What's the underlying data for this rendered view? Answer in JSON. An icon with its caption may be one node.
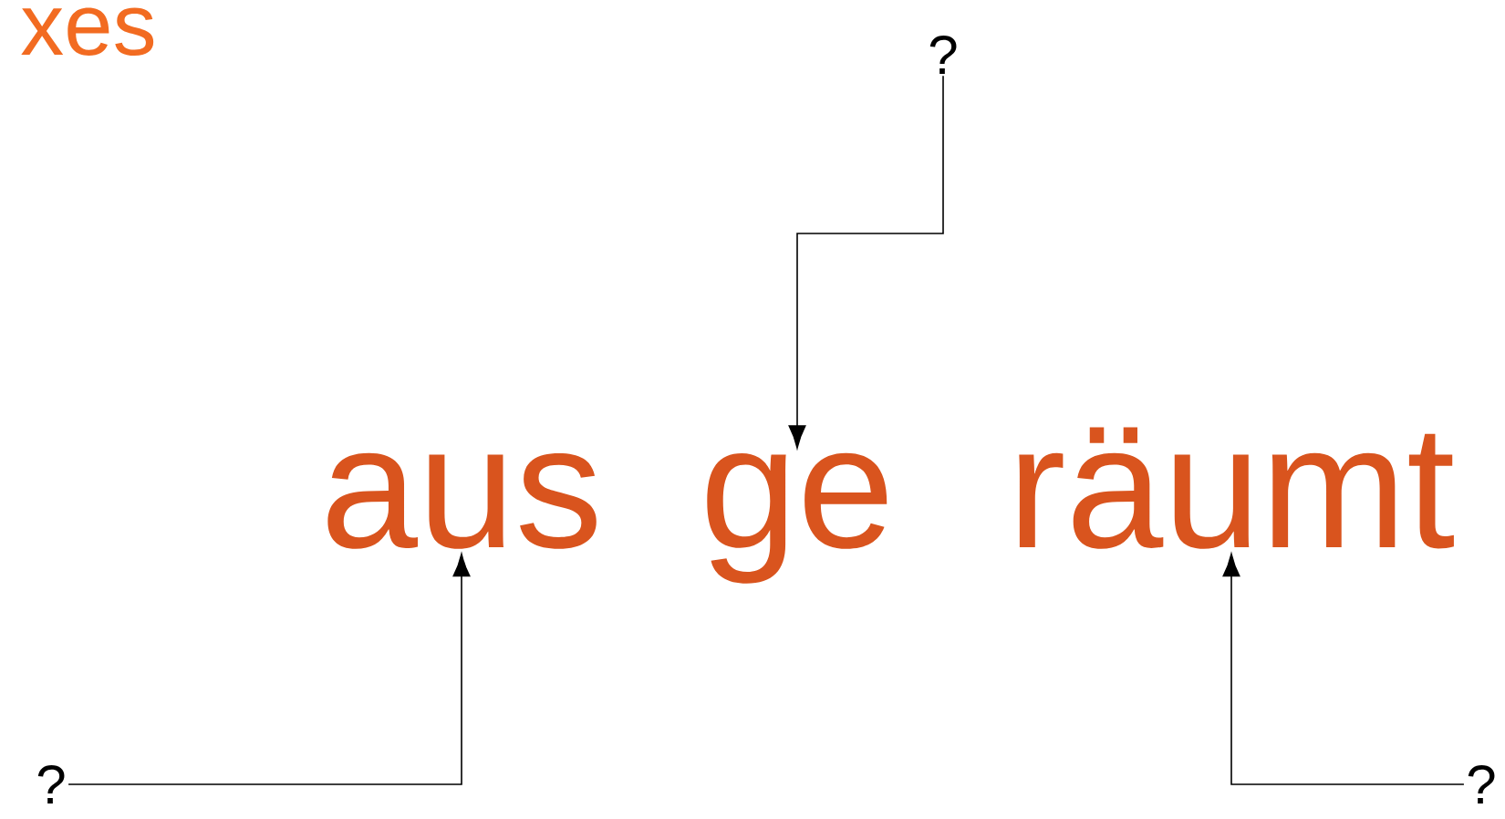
{
  "diagram": {
    "nodes": [
      {
        "text": [
          "?"
        ]
      },
      {
        "text": [
          "?"
        ]
      },
      {
        "text": [
          "?"
        ]
      },
      {
        "text": [
          "aus"
        ]
      },
      {
        "text": [
          "ge"
        ]
      },
      {
        "text": [
          "räumt"
        ]
      }
    ],
    "edges": [
      {
        "from": 0,
        "to": 4,
        "arrow": "to"
      },
      {
        "from": 1,
        "to": 3,
        "arrow": "to"
      },
      {
        "from": 2,
        "to": 5,
        "arrow": "to"
      }
    ],
    "labels": [
      "xes"
    ]
  }
}
